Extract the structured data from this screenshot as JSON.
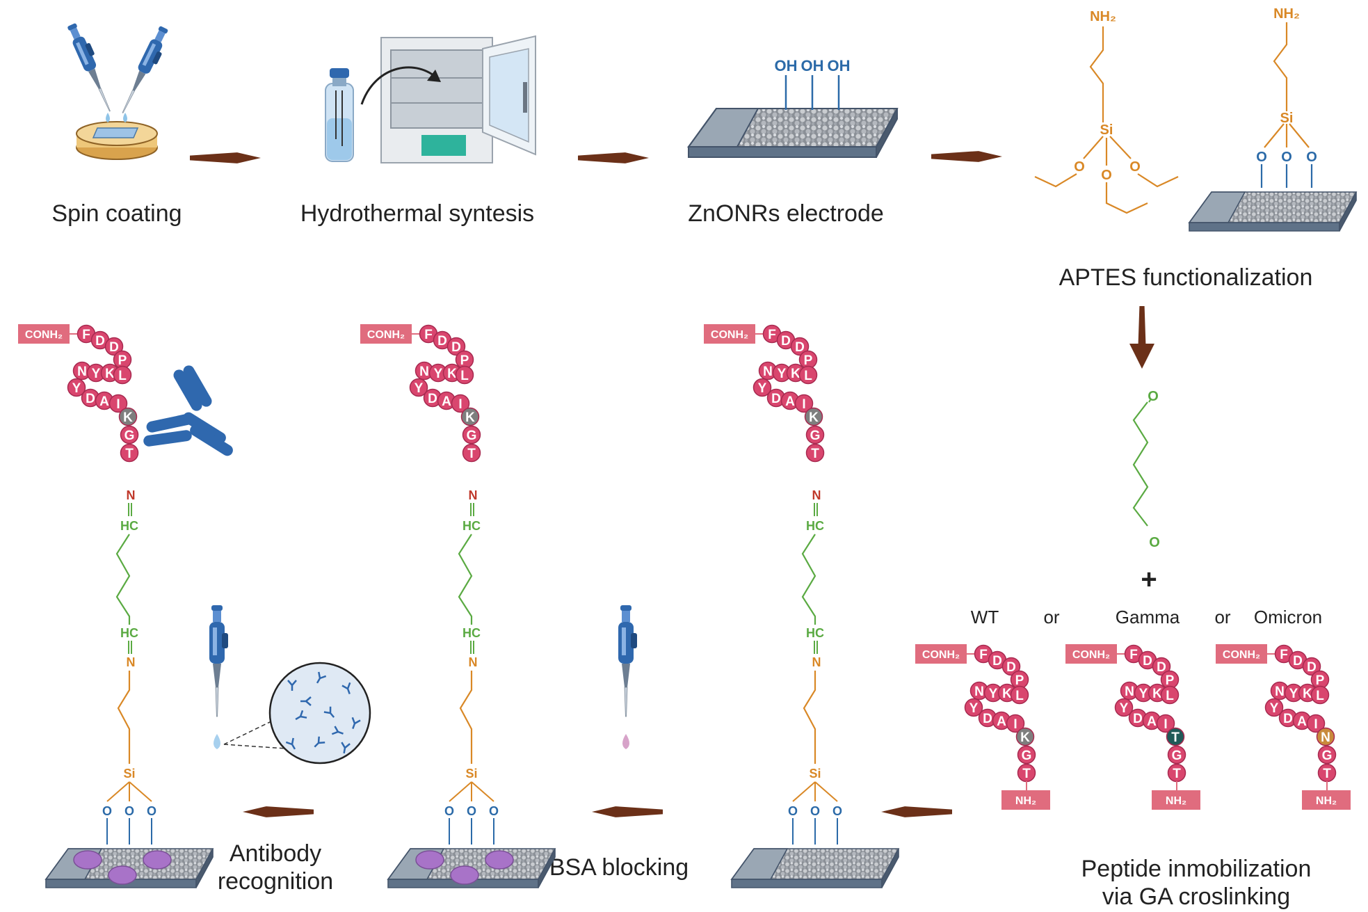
{
  "colors": {
    "arrow": "#6b3018",
    "peptide": "#d9466e",
    "peptide_stroke": "#a82a50",
    "k_wt": "#7e7e7e",
    "k_gamma": "#1f5a58",
    "n_omicron": "#c98a3c",
    "tag": "#e06c7e",
    "aptes": "#d98826",
    "ga": "#5aaa42",
    "oh_blue": "#2b6aa8",
    "imine_n": "#d98826",
    "imine_red": "#c0392b",
    "bsa": "#a873c8",
    "antibody": "#2f68ae",
    "substrate_top": "#9aa7b4",
    "substrate_side": "#5f7288"
  },
  "steps": {
    "spin": "Spin coating",
    "hydro": "Hydrothermal syntesis",
    "zno": "ZnONRs electrode",
    "aptes": "APTES functionalization",
    "peptide_line1": "Peptide inmobilization",
    "peptide_line2": "via GA croslinking",
    "bsa": "BSA blocking",
    "antibody_line1": "Antibody",
    "antibody_line2": "recognition"
  },
  "variants": {
    "wt": "WT",
    "or1": "or",
    "gamma": "Gamma",
    "or2": "or",
    "omicron": "Omicron",
    "plus": "+"
  },
  "chem": {
    "oh": "OH",
    "nh2": "NH₂",
    "si": "Si",
    "o": "O",
    "conh2": "CONH₂",
    "n": "N",
    "hc": "HC"
  },
  "peptide": {
    "seq_top": [
      "F",
      "D",
      "D",
      "P"
    ],
    "seq_mid": [
      "N",
      "Y",
      "K",
      "L"
    ],
    "seq_low": [
      "Y",
      "D",
      "A",
      "I"
    ],
    "key_wt": "K",
    "key_gamma": "T",
    "key_omicron": "N",
    "tail": [
      "G",
      "T"
    ]
  }
}
